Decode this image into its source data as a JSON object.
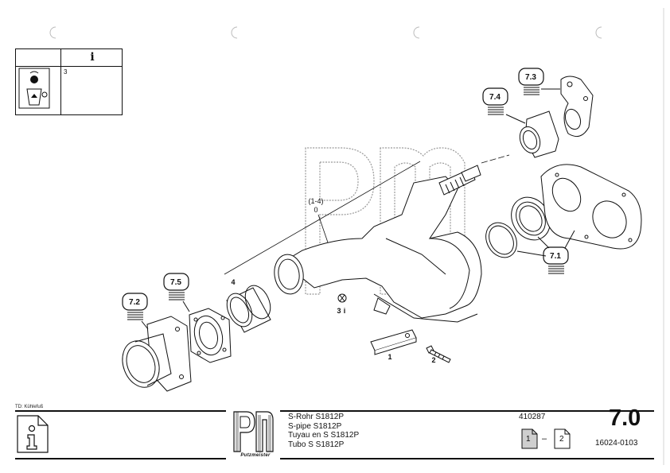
{
  "notice": {
    "info_symbol": "i",
    "number": "3"
  },
  "callouts": {
    "c72": "7.2",
    "c75": "7.5",
    "c74": "7.4",
    "c73": "7.3",
    "c71": "7.1"
  },
  "part_labels": {
    "assembly_range": "(1-4)",
    "assembly_index": "0",
    "p1": "1",
    "p2": "2",
    "p3": "3",
    "p3_info": "i",
    "p4": "4"
  },
  "footer": {
    "td_label": "TD: Kühlefuß",
    "titles": [
      "S-Rohr  S1812P",
      "S-pipe  S1812P",
      "Tuyau en S S1812P",
      "Tubo S S1812P"
    ],
    "logo_text": "Putzmeister",
    "part_number": "410287",
    "section_number": "7.0",
    "doc_number": "16024-0103",
    "page_from": "1",
    "page_dash": "–",
    "page_to": "2"
  }
}
